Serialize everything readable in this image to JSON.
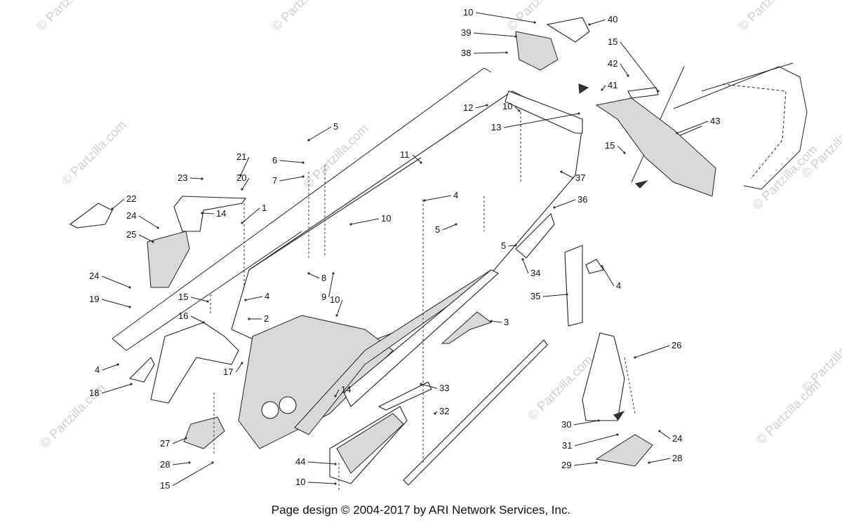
{
  "watermark": "© Partzilla.com",
  "footer": "Page design © 2004-2017 by ARI Network Services, Inc.",
  "callouts": [
    "10",
    "40",
    "39",
    "38",
    "15",
    "42",
    "41",
    "43",
    "12",
    "10",
    "13",
    "15",
    "5",
    "11",
    "37",
    "6",
    "7",
    "21",
    "20",
    "23",
    "22",
    "24",
    "25",
    "14",
    "1",
    "4",
    "36",
    "10",
    "5",
    "5",
    "34",
    "8",
    "9",
    "24",
    "19",
    "15",
    "4",
    "10",
    "16",
    "2",
    "35",
    "4",
    "3",
    "17",
    "4",
    "18",
    "26",
    "14",
    "33",
    "32",
    "30",
    "27",
    "31",
    "24",
    "28",
    "44",
    "29",
    "28",
    "15",
    "10"
  ]
}
